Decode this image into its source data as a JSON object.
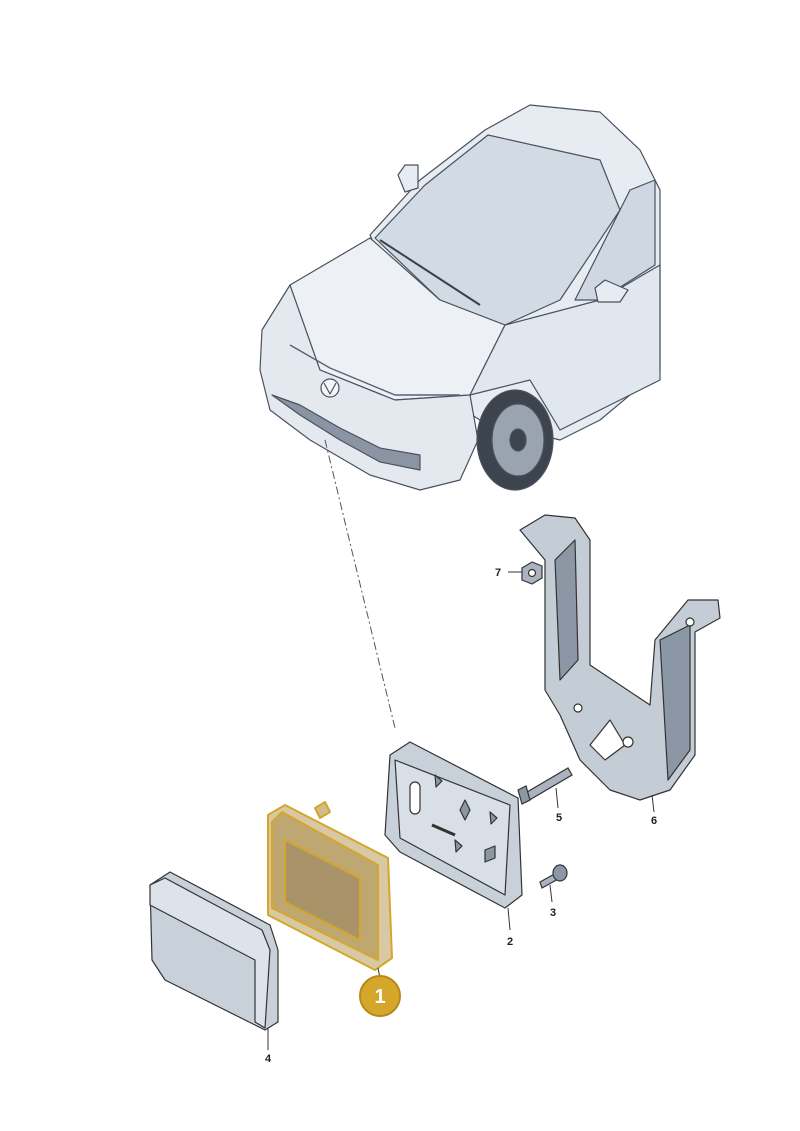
{
  "diagram": {
    "colors": {
      "highlight": "#d4a62a",
      "highlight_fill": "#bfa772",
      "part_fill": "#c4ccd6",
      "part_dark": "#8c97a5",
      "line": "#333333",
      "car_fill": "#e9eef4",
      "glass": "#d3dbe5"
    },
    "highlighted_part": {
      "label": "1"
    },
    "callouts": [
      {
        "id": "2",
        "label": "2"
      },
      {
        "id": "3",
        "label": "3"
      },
      {
        "id": "4",
        "label": "4"
      },
      {
        "id": "5",
        "label": "5"
      },
      {
        "id": "6",
        "label": "6"
      },
      {
        "id": "7",
        "label": "7"
      }
    ]
  }
}
